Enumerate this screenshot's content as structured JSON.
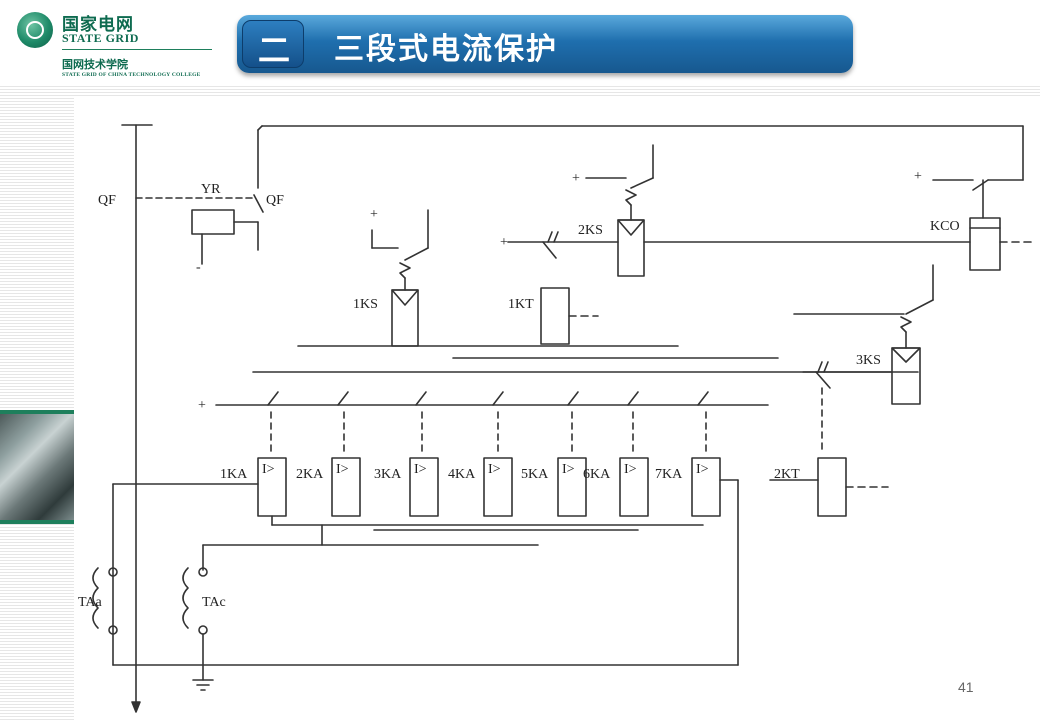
{
  "logo": {
    "name_cn": "国家电网",
    "name_en": "STATE GRID",
    "college_cn": "国网技术学院",
    "college_en": "STATE GRID OF CHINA TECHNOLOGY COLLEGE"
  },
  "slide": {
    "section_number": "二",
    "title": "三段式电流保护",
    "page_number": "41"
  },
  "diagram": {
    "labels": {
      "qf_left": "QF",
      "qf_right": "QF",
      "yr": "YR",
      "ks1": "1KS",
      "kt1": "1KT",
      "ks2": "2KS",
      "kco": "KCO",
      "ks3": "3KS",
      "kt2": "2KT",
      "ta_a": "TAa",
      "ta_c": "TAc"
    },
    "relays": [
      "1KA",
      "2KA",
      "3KA",
      "4KA",
      "5KA",
      "6KA",
      "7KA"
    ],
    "relay_symbol": "I>",
    "plus": "+",
    "minus": "-"
  }
}
